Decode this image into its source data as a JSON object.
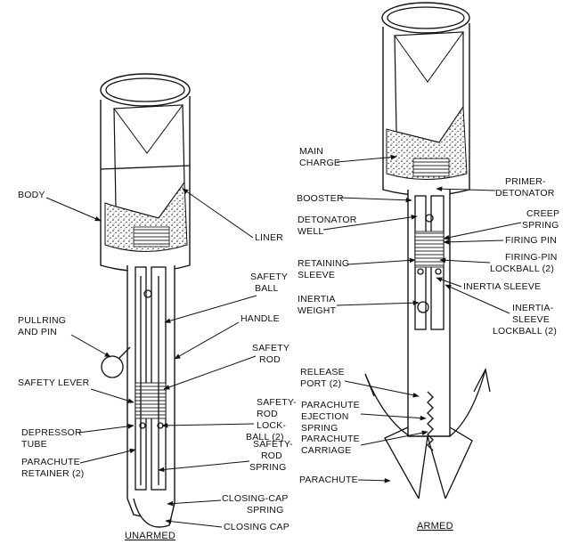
{
  "figure": {
    "unarmed": {
      "caption": "UNARMED",
      "labels": {
        "body": "BODY",
        "liner": "LINER",
        "safety_ball": [
          "SAFETY",
          "BALL"
        ],
        "pullring": [
          "PULLRING",
          "AND PIN"
        ],
        "handle": "HANDLE",
        "safety_rod": [
          "SAFETY",
          "ROD"
        ],
        "safety_lever": "SAFETY LEVER",
        "rod_lockball": [
          "SAFETY-",
          "ROD",
          "LOCK-",
          "BALL (2)"
        ],
        "depressor_tube": [
          "DEPRESSOR",
          "TUBE"
        ],
        "rod_spring": [
          "SAFETY-",
          "ROD",
          "SPRING"
        ],
        "parachute_retainer": [
          "PARACHUTE",
          "RETAINER (2)"
        ],
        "closing_cap_spring": [
          "CLOSING-CAP",
          "SPRING"
        ],
        "closing_cap": "CLOSING CAP"
      }
    },
    "armed": {
      "caption": "ARMED",
      "labels": {
        "main_charge": [
          "MAIN",
          "CHARGE"
        ],
        "primer_detonator": [
          "PRIMER-",
          "DETONATOR"
        ],
        "booster": "BOOSTER",
        "creep_spring": [
          "CREEP",
          "SPRING"
        ],
        "detonator_well": [
          "DETONATOR",
          "WELL"
        ],
        "firing_pin": "FIRING PIN",
        "retaining_sleeve": [
          "RETAINING",
          "SLEEVE"
        ],
        "firing_pin_lockball": [
          "FIRING-PIN",
          "LOCKBALL (2)"
        ],
        "inertia_sleeve": "INERTIA SLEEVE",
        "inertia_weight": [
          "INERTIA",
          "WEIGHT"
        ],
        "inertia_sleeve_lockball": [
          "INERTIA-",
          "SLEEVE",
          "LOCKBALL (2)"
        ],
        "release_port": [
          "RELEASE",
          "PORT (2)"
        ],
        "ejection_spring": [
          "PARACHUTE",
          "EJECTION",
          "SPRING"
        ],
        "parachute_carriage": [
          "PARACHUTE",
          "CARRIAGE"
        ],
        "parachute": "PARACHUTE"
      }
    }
  }
}
